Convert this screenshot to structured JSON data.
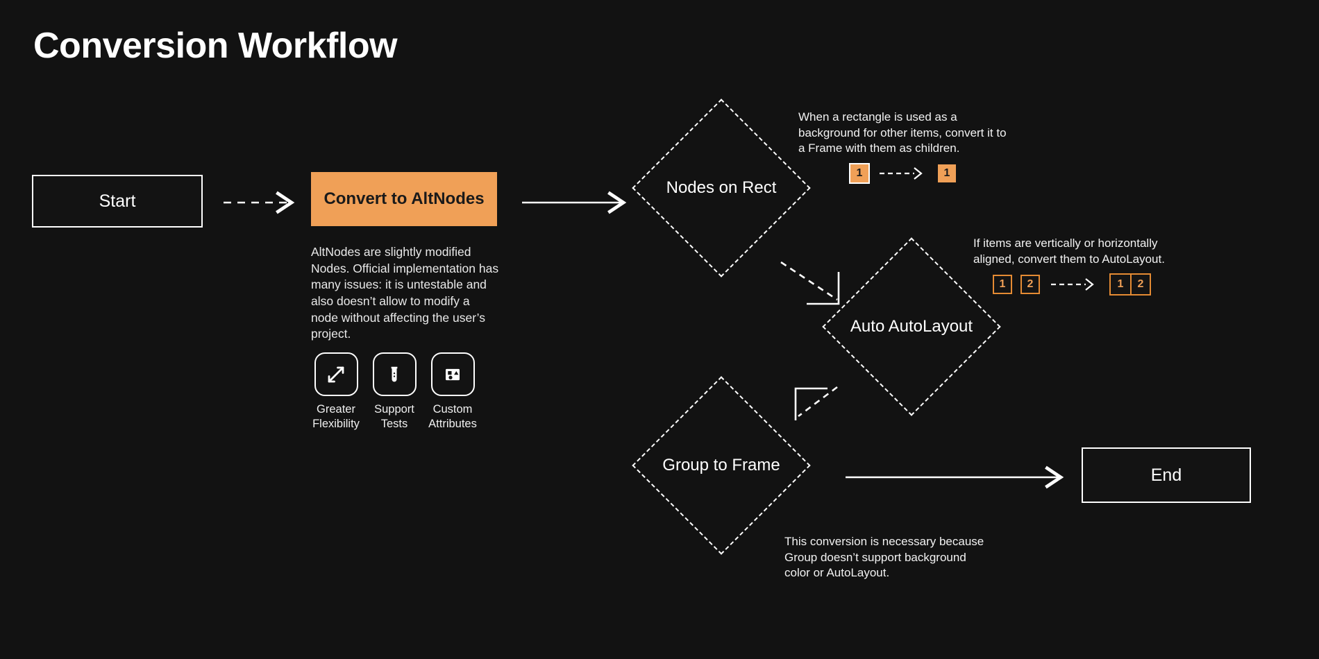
{
  "title": "Conversion Workflow",
  "nodes": {
    "start": "Start",
    "process": "Convert to AltNodes",
    "end": "End",
    "nodes_on_rect": "Nodes on Rect",
    "auto_autolayout": "Auto AutoLayout",
    "group_to_frame": "Group to Frame"
  },
  "descriptions": {
    "altnodes": "AltNodes are slightly modified Nodes. Official implementation has many issues: it is untestable and also doesn’t allow to modify a node without affecting the user’s project."
  },
  "features": [
    {
      "label": "Greater\nFlexibility",
      "icon": "expand-arrows-icon"
    },
    {
      "label": "Support\nTests",
      "icon": "test-tube-icon"
    },
    {
      "label": "Custom\nAttributes",
      "icon": "shapes-frame-icon"
    }
  ],
  "annotations": {
    "nodes_on_rect": "When a rectangle is used as a background for other items, convert it to a Frame with them as children.",
    "auto_autolayout": "If items are vertically or horizontally aligned, convert them to AutoLayout.",
    "group_to_frame": "This conversion is necessary because Group doesn’t support background color or AutoLayout."
  },
  "badges": {
    "rect_before": [
      "1"
    ],
    "rect_after": [
      "1"
    ],
    "auto_before": [
      "1",
      "2"
    ],
    "auto_after": [
      "1",
      "2"
    ]
  },
  "colors": {
    "background": "#121212",
    "accent_orange": "#f0a057",
    "accent_orange_border": "#e58b33",
    "stroke_white": "#ffffff",
    "text_primary": "#ffffff",
    "text_secondary": "#e9e9e9"
  }
}
